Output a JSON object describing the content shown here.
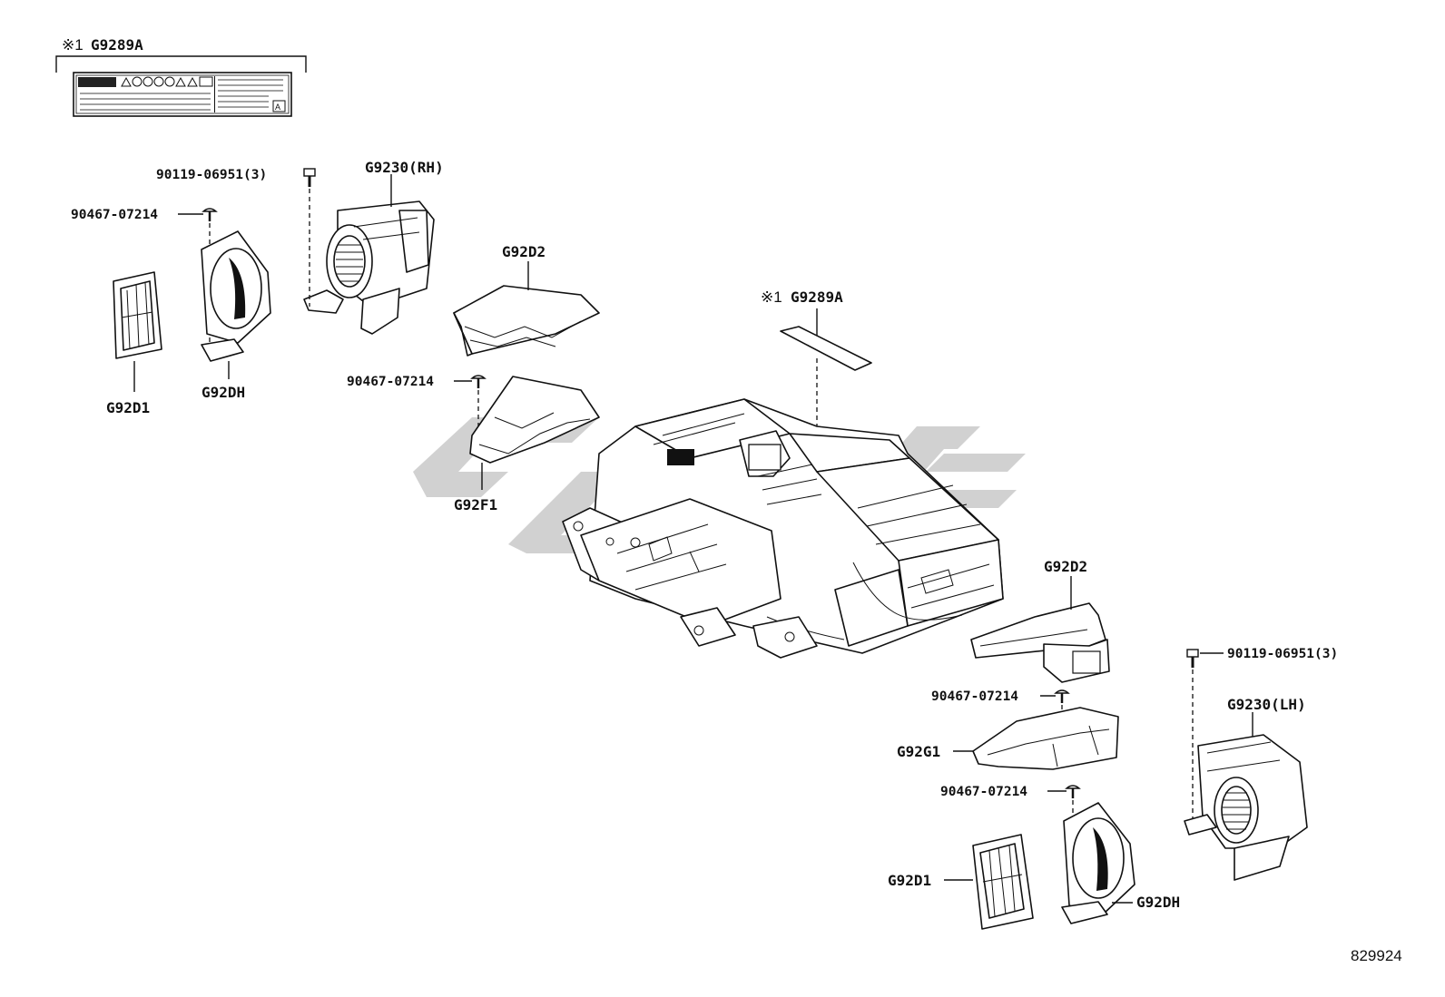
{
  "callouts": {
    "label_top": {
      "mark": "※1",
      "part": "G9289A"
    },
    "label_center": {
      "mark": "※1",
      "part": "G9289A"
    },
    "bolt_rh": "90119-06951(3)",
    "bolt_lh": "90119-06951(3)",
    "clip_rh_duct": "90467-07214",
    "clip_f1": "90467-07214",
    "clip_g1": "90467-07214",
    "clip_lh_duct": "90467-07214",
    "fan_rh": "G9230(RH)",
    "fan_lh": "G9230(LH)",
    "duct_d2_upper": "G92D2",
    "duct_d2_lower": "G92D2",
    "duct_f1": "G92F1",
    "duct_g1": "G92G1",
    "filter_d1_upper": "G92D1",
    "filter_d1_lower": "G92D1",
    "duct_dh_upper": "G92DH",
    "duct_dh_lower": "G92DH"
  },
  "figure_number": "829924",
  "icons": [
    "bolt-icon",
    "clip-icon",
    "blower-fan-icon",
    "air-duct-icon",
    "filter-icon",
    "battery-pack-icon",
    "warning-label-icon",
    "watermark-logo"
  ]
}
